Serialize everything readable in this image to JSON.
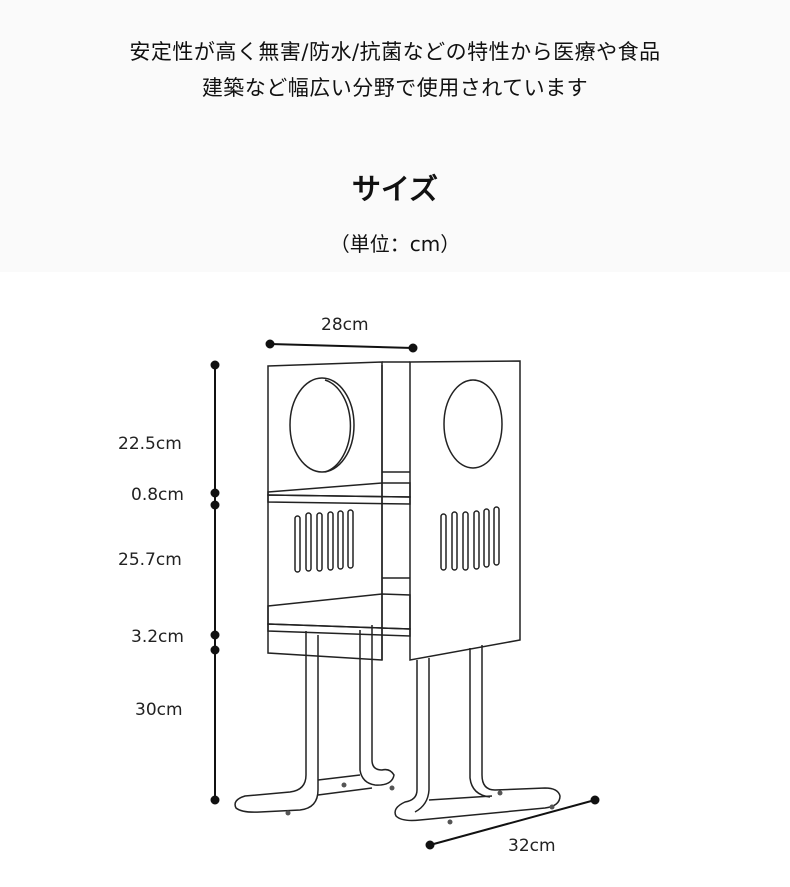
{
  "intro": {
    "line1": "安定性が高く無害/防水/抗菌などの特性から医療や食品",
    "line2": "建築など幅広い分野で使用されています"
  },
  "section_title": "サイズ",
  "unit_note": "（単位：cm）",
  "dimensions": {
    "width": "28cm",
    "depth": "32cm",
    "heights": [
      "22.5cm",
      "0.8cm",
      "25.7cm",
      "3.2cm",
      "30cm"
    ]
  }
}
